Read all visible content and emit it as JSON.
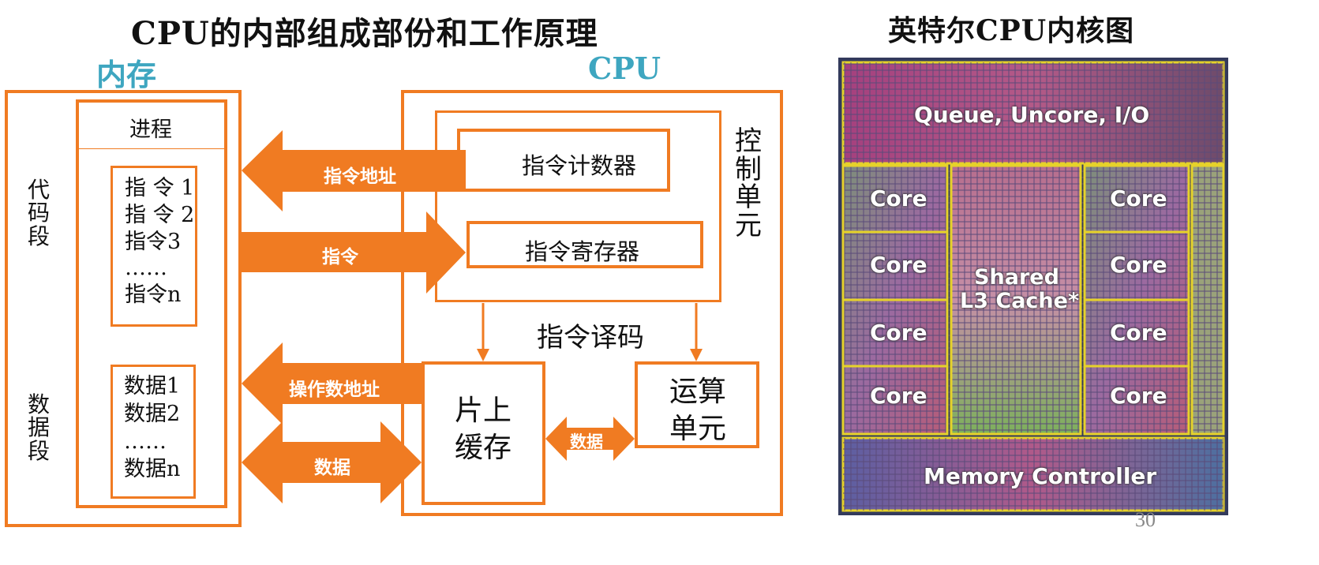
{
  "left_title": "CPU的内部组成部份和工作原理",
  "right_title": "英特尔CPU内核图",
  "memory_label": "内存",
  "cpu_label": "CPU",
  "memory": {
    "process": "进程",
    "code_segment": "代码段",
    "data_segment": "数据段",
    "instructions": [
      "指 令 1",
      "指 令 2",
      "指令3",
      "……",
      "指令n"
    ],
    "data": [
      "数据1",
      "数据2",
      "……",
      "数据n"
    ]
  },
  "cpu": {
    "control_unit": "控制单元",
    "program_counter": "指令计数器",
    "instruction_register": "指令寄存器",
    "decode": "指令译码",
    "cache": [
      "片上",
      "缓存"
    ],
    "alu": [
      "运算",
      "单元"
    ]
  },
  "arrows": {
    "instr_addr": "指令地址",
    "instr": "指令",
    "operand_addr": "操作数地址",
    "data": "数据",
    "data_inner": "数据"
  },
  "die": {
    "top": "Queue, Uncore, I/O",
    "core": "Core",
    "shared": [
      "Shared",
      "L3 Cache*"
    ],
    "bottom": "Memory Controller"
  },
  "page_number": "30",
  "colors": {
    "accent": "#f07b22",
    "teal": "#3ea6c0",
    "die_border": "#e6d22a"
  }
}
